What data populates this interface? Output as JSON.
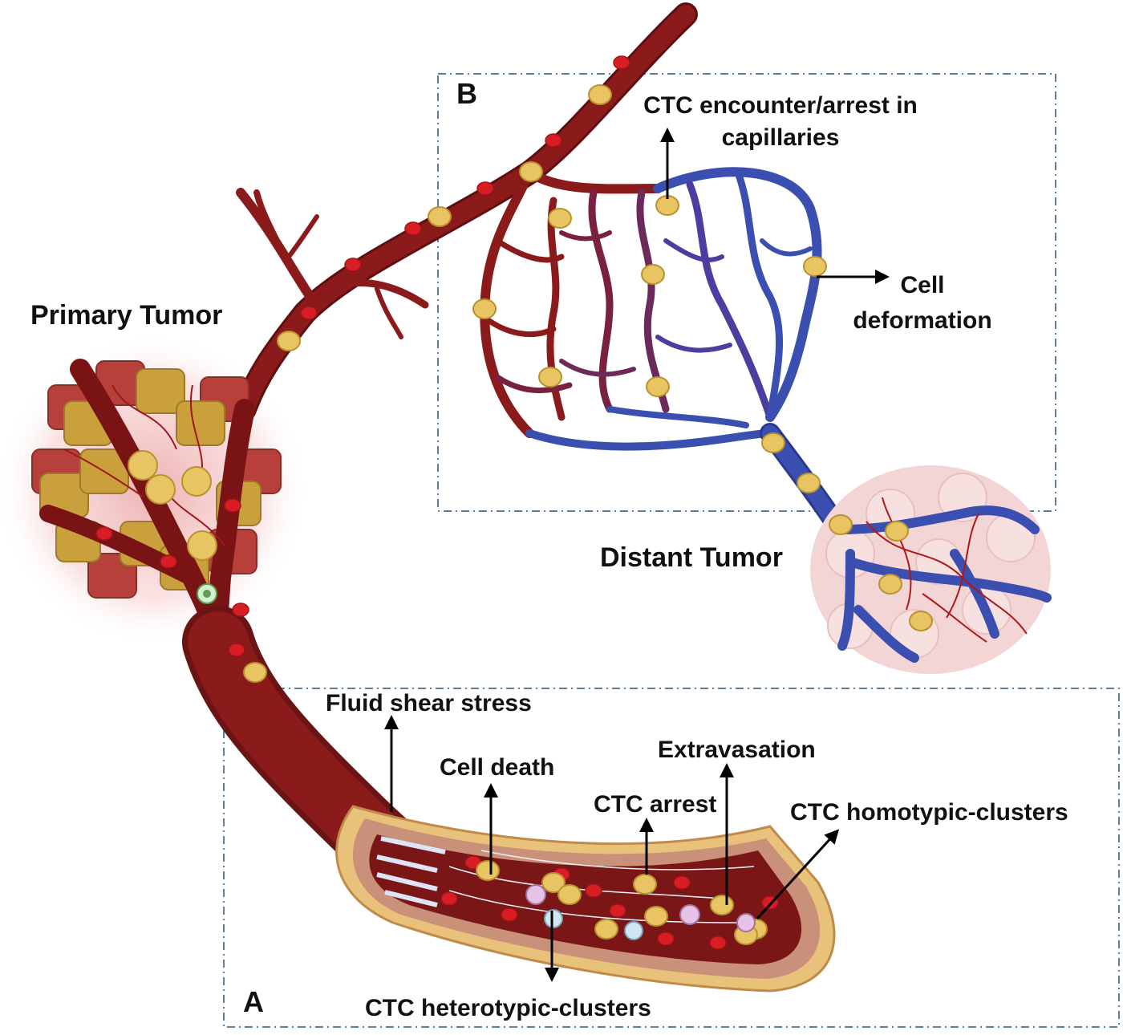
{
  "panels": {
    "a_letter": "A",
    "b_letter": "B"
  },
  "labels": {
    "primary_tumor": "Primary Tumor",
    "distant_tumor": "Distant Tumor",
    "ctc_encounter_line1": "CTC encounter/arrest in",
    "ctc_encounter_line2": "capillaries",
    "cell_deformation_line1": "Cell",
    "cell_deformation_line2": "deformation",
    "fluid_shear_stress": "Fluid shear stress",
    "cell_death": "Cell death",
    "extravasation": "Extravasation",
    "ctc_arrest": "CTC arrest",
    "ctc_homotypic": "CTC homotypic-clusters",
    "ctc_heterotypic": "CTC heterotypic-clusters"
  },
  "colors": {
    "artery": "#8b1a1a",
    "artery_dark": "#5e0f12",
    "vein": "#3a4fb0",
    "ctc": "#e8c463",
    "rbc": "#d81e24",
    "tumor_cell": "#c9a03c",
    "distant_tissue": "#f3d5d5",
    "dash_box": "#5b7fa3"
  }
}
